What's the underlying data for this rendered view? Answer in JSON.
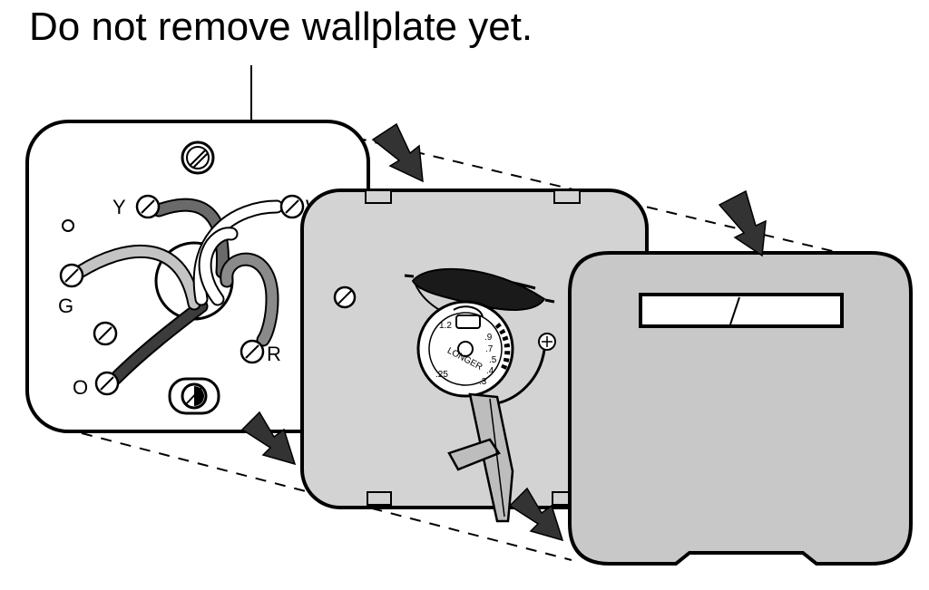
{
  "caption": "Do not remove wallplate yet.",
  "wallplate": {
    "terminals": {
      "Y": "Y",
      "W": "W",
      "G": "G",
      "R": "R",
      "O": "O"
    }
  },
  "thermostat": {
    "dial_label": "LONGER",
    "dial_numbers": [
      "1.2",
      ".9",
      ".7",
      ".5",
      ".4",
      ".3",
      ".25"
    ]
  },
  "colors": {
    "outline": "#000000",
    "plate_fill": "#ffffff",
    "body_fill": "#d3d3d3",
    "cover_fill": "#c8c8c8",
    "wire_dark": "#3c3c3c",
    "wire_mid": "#8a8a8a",
    "wire_light": "#c4c4c4"
  },
  "icons": [
    "screw-icon",
    "arrow-icon",
    "mercury-bulb-icon",
    "anticipator-dial-icon"
  ]
}
